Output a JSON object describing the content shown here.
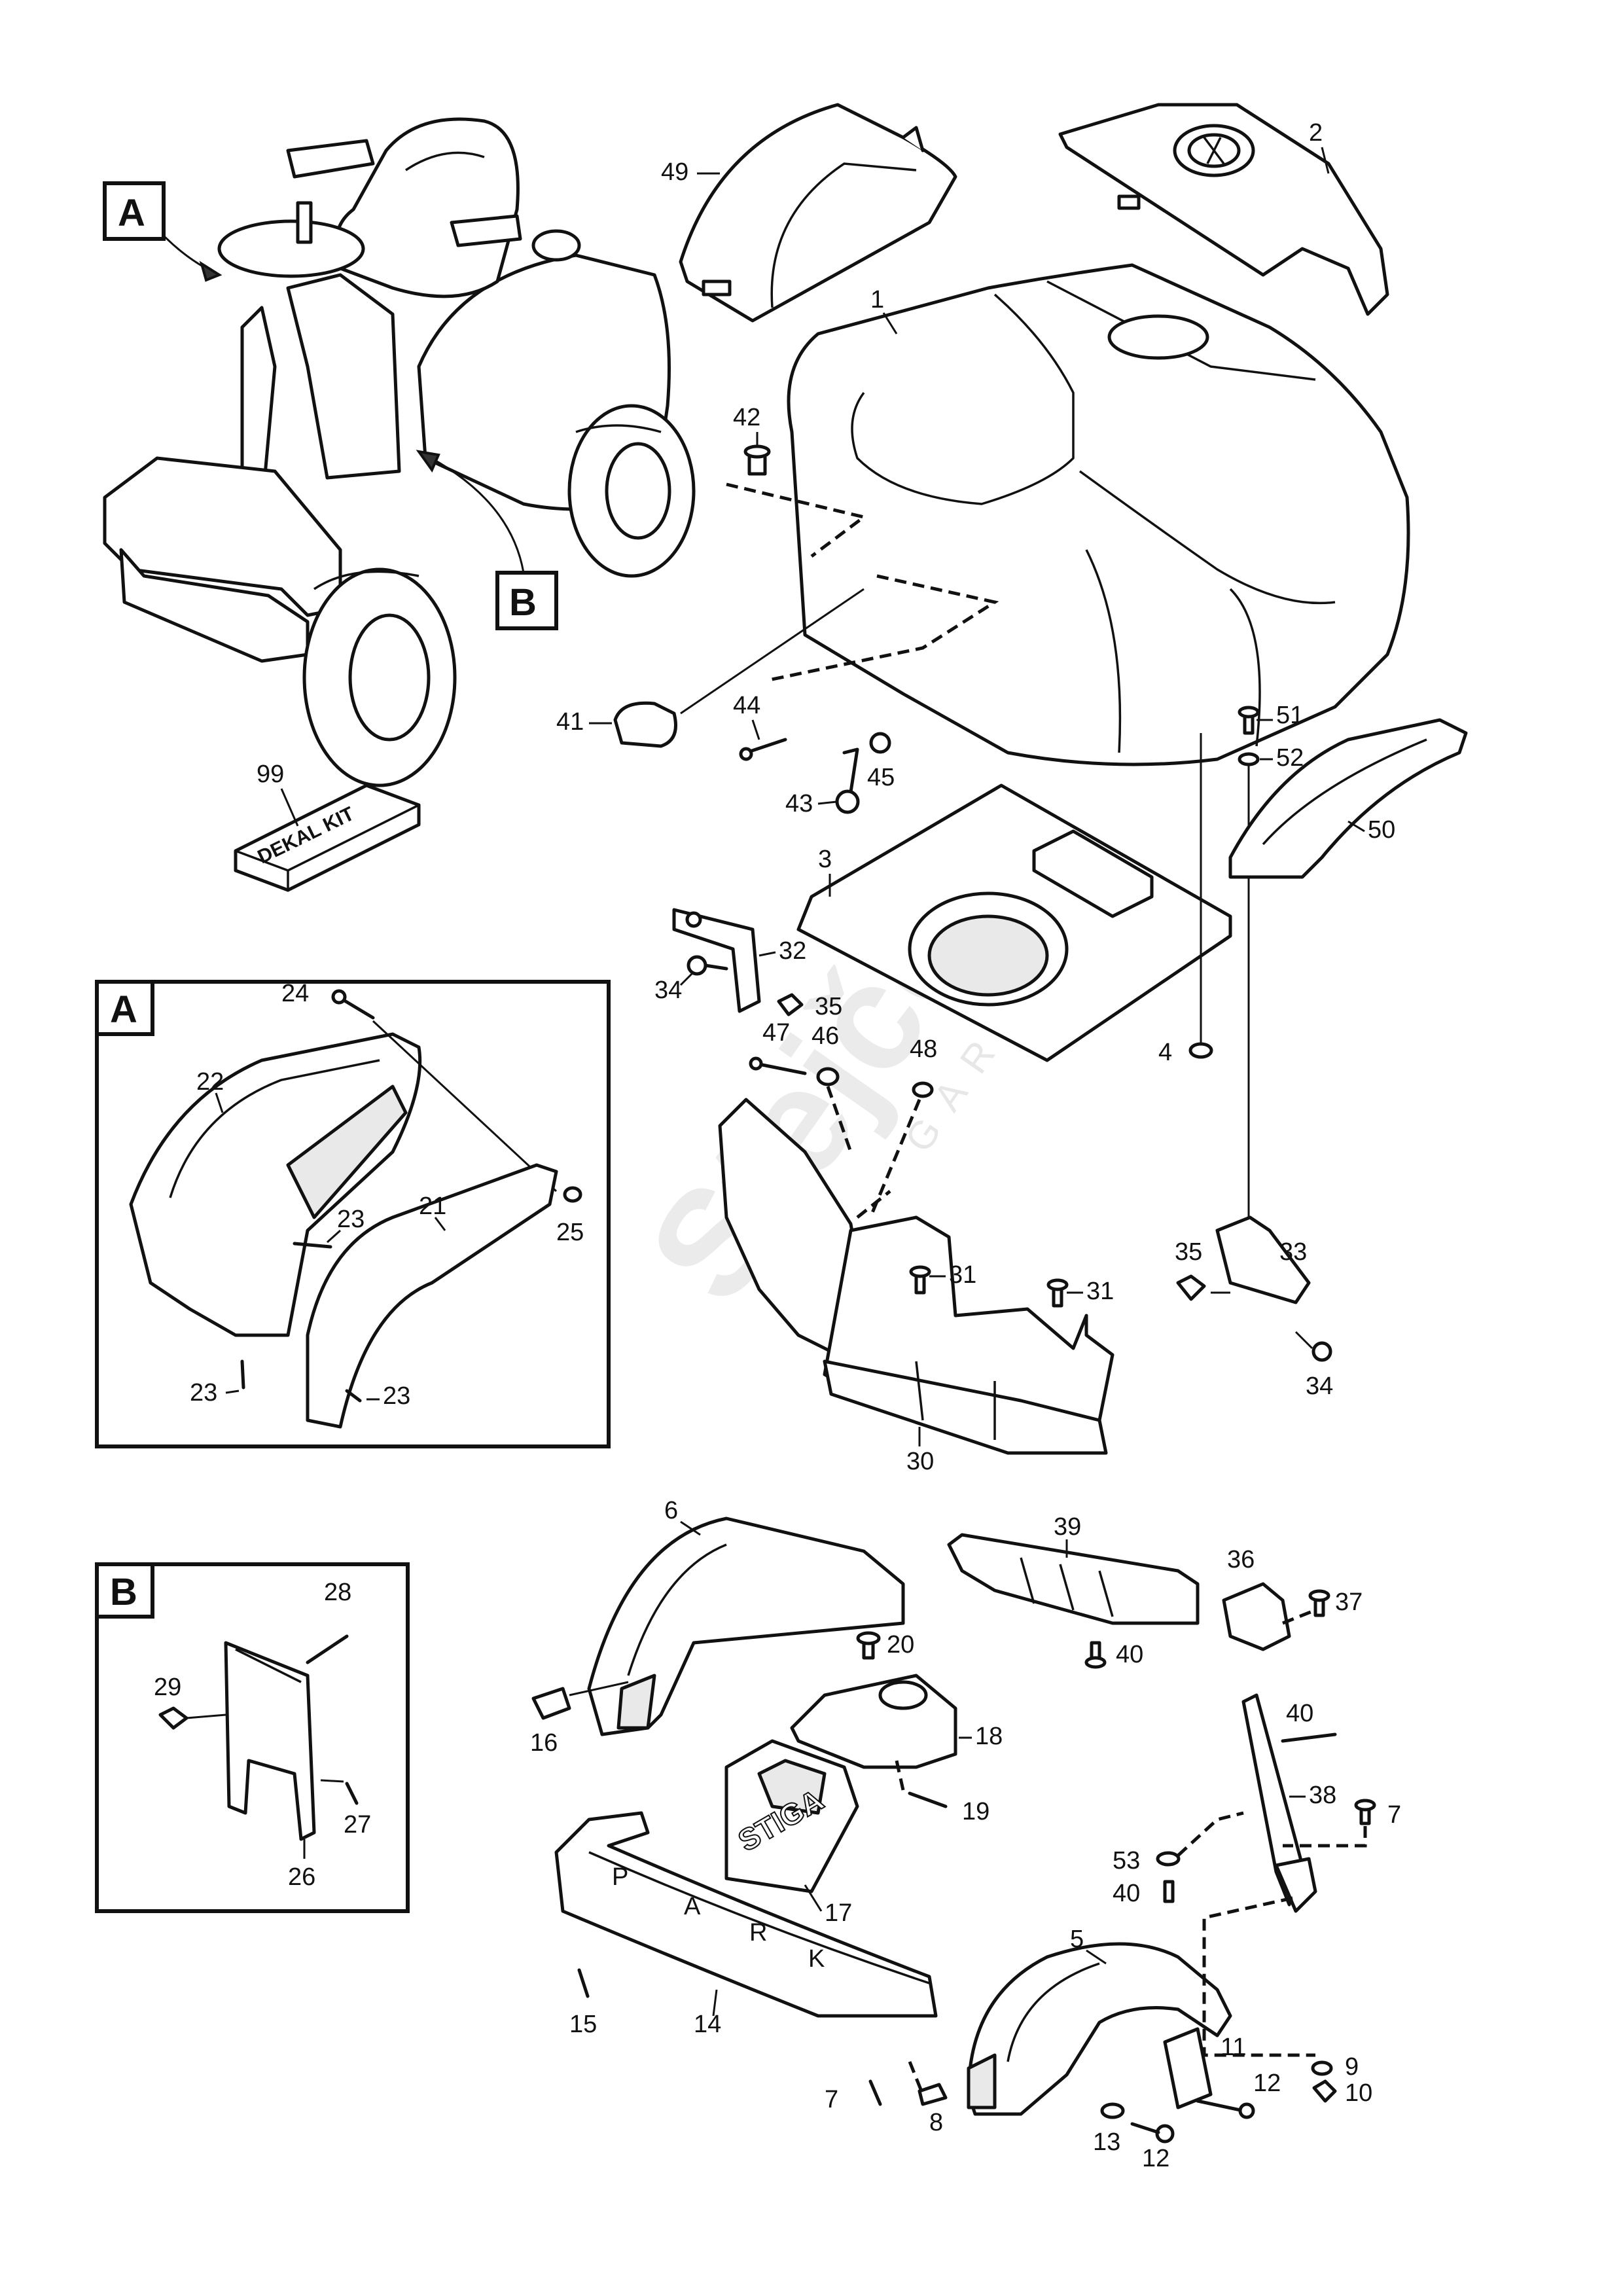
{
  "callout_letters": {
    "a": "A",
    "b": "B"
  },
  "labels": {
    "p1": "1",
    "p2": "2",
    "p3": "3",
    "p4": "4",
    "p5": "5",
    "p6": "6",
    "p7a": "7",
    "p7b": "7",
    "p8": "8",
    "p9": "9",
    "p10": "10",
    "p11": "11",
    "p12a": "12",
    "p12b": "12",
    "p13": "13",
    "p14": "14",
    "p15": "15",
    "p16": "16",
    "p17": "17",
    "p18": "18",
    "p19": "19",
    "p20": "20",
    "p21": "21",
    "p22": "22",
    "p23a": "23",
    "p23b": "23",
    "p23c": "23",
    "p24": "24",
    "p25": "25",
    "p26": "26",
    "p27": "27",
    "p28": "28",
    "p29": "29",
    "p30": "30",
    "p31a": "31",
    "p31b": "31",
    "p32": "32",
    "p33": "33",
    "p34a": "34",
    "p34b": "34",
    "p35a": "35",
    "p35b": "35",
    "p36": "36",
    "p37": "37",
    "p38": "38",
    "p39": "39",
    "p40a": "40",
    "p40b": "40",
    "p40c": "40",
    "p41": "41",
    "p42": "42",
    "p43": "43",
    "p44": "44",
    "p45": "45",
    "p46": "46",
    "p47": "47",
    "p48": "48",
    "p49": "49",
    "p50": "50",
    "p51": "51",
    "p52": "52",
    "p53": "53",
    "p99": "99"
  },
  "decal_kit": "DEKAL KIT",
  "brand_decal": "STIGA",
  "bumper_letters": [
    "P",
    "A",
    "R",
    "K"
  ],
  "watermark": {
    "name": "Stejček",
    "sub": "GARDEN"
  },
  "colors": {
    "line": "#111111",
    "background": "#ffffff",
    "watermark": "#d4d4d4"
  }
}
